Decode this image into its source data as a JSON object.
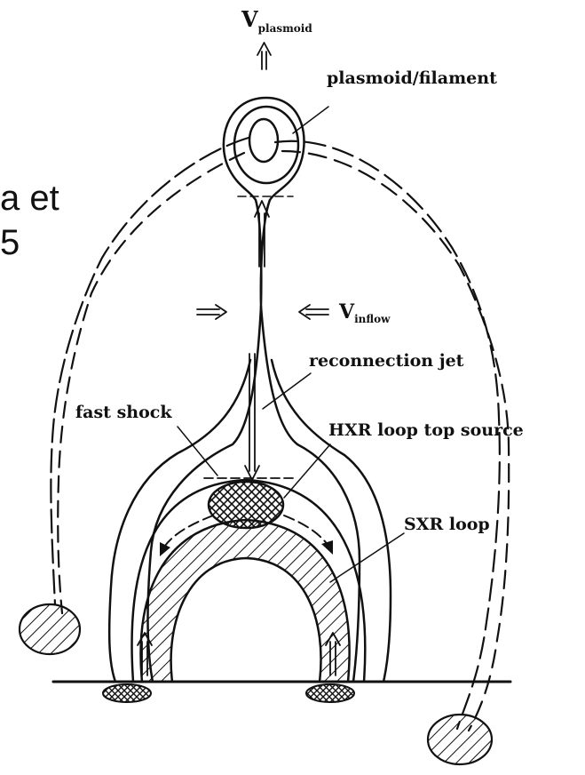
{
  "labels": {
    "v_plasmoid_main": "V",
    "v_plasmoid_sub": "plasmoid",
    "plasmoid_filament": "plasmoid/filament",
    "v_inflow_main": "V",
    "v_inflow_sub": "inflow",
    "reconnection_jet": "reconnection jet",
    "fast_shock": "fast shock",
    "hxr_loop_top_source": "HXR loop top source",
    "sxr_loop": "SXR loop"
  },
  "background_text": {
    "line1": "a et",
    "line2": "5"
  },
  "colors": {
    "ink": "#111111",
    "background": "#ffffff"
  }
}
